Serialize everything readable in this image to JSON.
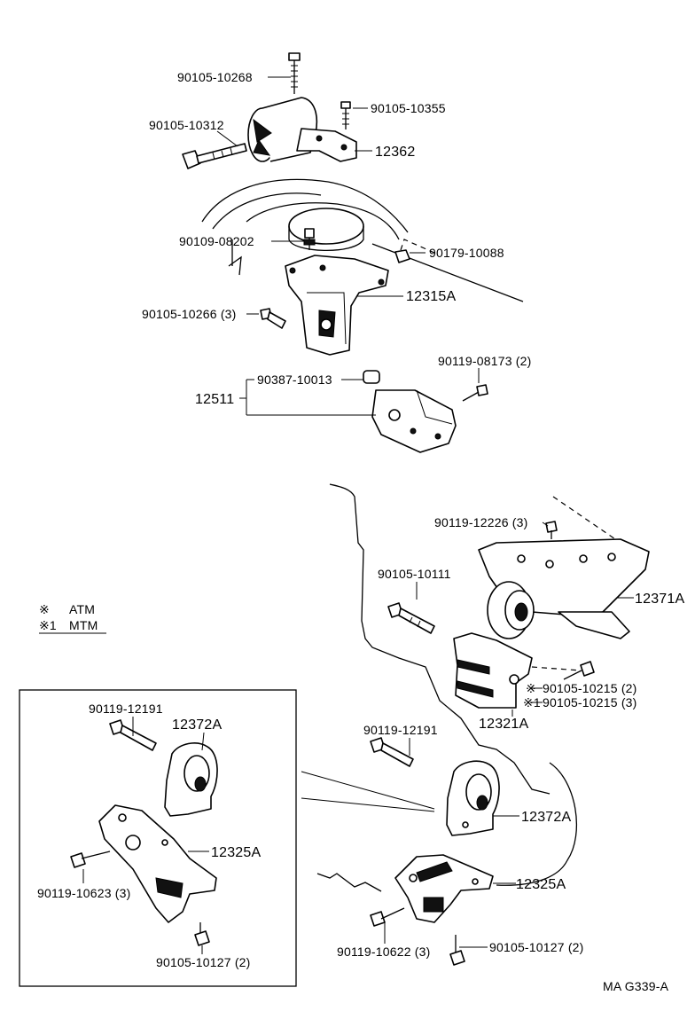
{
  "labels": {
    "p1": "90105-10268",
    "p2": "90105-10355",
    "p3": "90105-10312",
    "p4": "12362",
    "p5": "90109-08202",
    "p6": "90179-10088",
    "p7": "12315A",
    "p8": "90105-10266 (3)",
    "p9": "90119-08173 (2)",
    "p10": "90387-10013",
    "p11": "12511",
    "p12": "90119-12226 (3)",
    "p13": "90105-10111",
    "p14": "12371A",
    "p15": "90105-10215 (2)",
    "p16": "90105-10215 (3)",
    "p17": "12321A",
    "p18": "90119-12191",
    "p19": "12372A",
    "p20": "12325A",
    "p21": "90119-10622 (3)",
    "p22": "90105-10127 (2)",
    "i1": "90119-12191",
    "i2": "12372A",
    "i3": "12325A",
    "i4": "90119-10623 (3)",
    "i5": "90105-10127 (2)"
  },
  "legend": {
    "atm_symbol": "※",
    "atm_text": "ATM",
    "mtm_symbol": "※1",
    "mtm_text": "MTM"
  },
  "notes": {
    "atm_mark": "※",
    "mtm_mark": "※1"
  },
  "footer": {
    "code": "MA G339-A"
  }
}
